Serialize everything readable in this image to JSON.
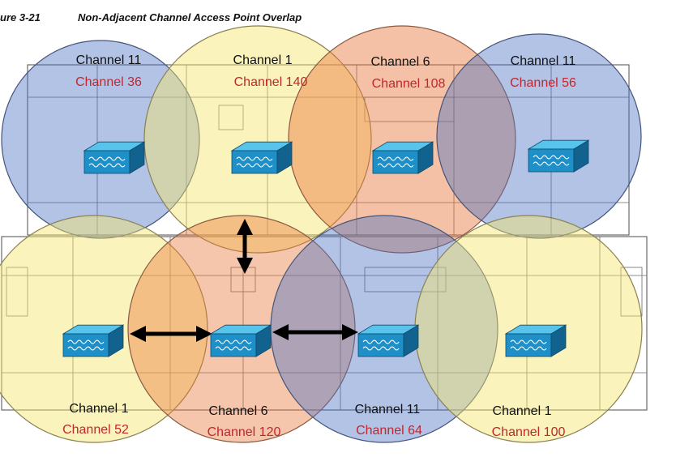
{
  "figure": {
    "number": "ure 3-21",
    "title": "Non-Adjacent Channel Access Point Overlap"
  },
  "colors": {
    "blue": "#4a6fc4",
    "yellow": "#f6e46a",
    "orange": "#e8763a",
    "red": "#c84a4a",
    "ap_top": "#58c4ec",
    "ap_front": "#1f8fc8",
    "ap_side": "#12628f",
    "label_b": "#111111",
    "label_a": "#c0272d"
  },
  "cells": [
    {
      "id": "cell-1",
      "channel_b": "Channel 11",
      "channel_a": "Channel 36",
      "color": "blue"
    },
    {
      "id": "cell-2",
      "channel_b": "Channel 1",
      "channel_a": "Channel 140",
      "color": "yellow"
    },
    {
      "id": "cell-3",
      "channel_b": "Channel 6",
      "channel_a": "Channel 108",
      "color": "orange"
    },
    {
      "id": "cell-4",
      "channel_b": "Channel 11",
      "channel_a": "Channel 56",
      "color": "blue"
    },
    {
      "id": "cell-5",
      "channel_b": "Channel 1",
      "channel_a": "Channel 52",
      "color": "yellow"
    },
    {
      "id": "cell-6",
      "channel_b": "Channel 6",
      "channel_a": "Channel 120",
      "color": "orange"
    },
    {
      "id": "cell-7",
      "channel_b": "Channel 11",
      "channel_a": "Channel 64",
      "color": "blue"
    },
    {
      "id": "cell-8",
      "channel_b": "Channel 1",
      "channel_a": "Channel 100",
      "color": "yellow"
    }
  ],
  "arrows": [
    {
      "from": "cell-6",
      "to": "cell-2"
    },
    {
      "from": "cell-6",
      "to": "cell-5"
    },
    {
      "from": "cell-6",
      "to": "cell-7"
    }
  ]
}
